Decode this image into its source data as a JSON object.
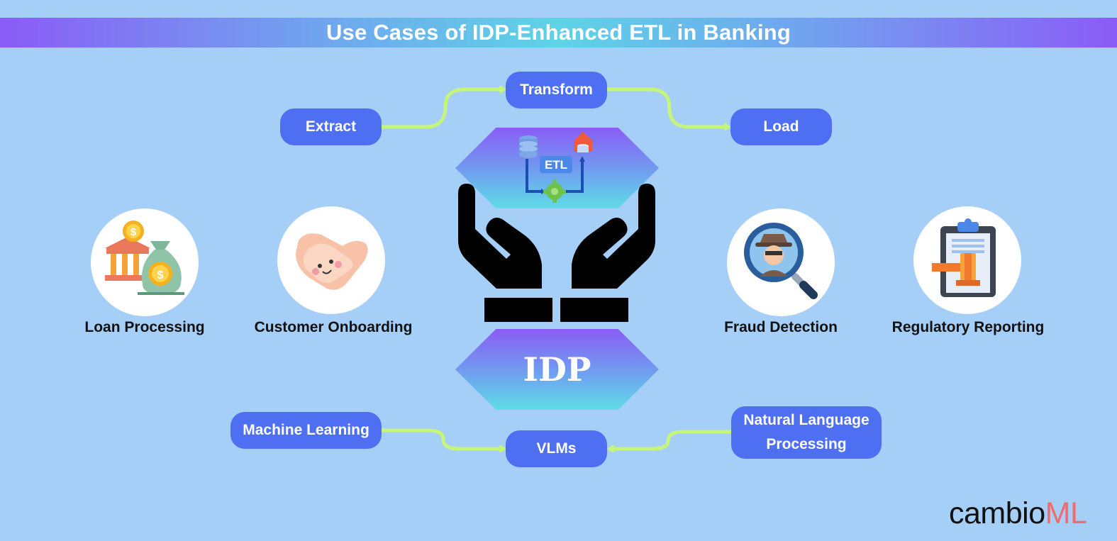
{
  "title": "Use Cases of IDP-Enhanced ETL in Banking",
  "etl_flow": {
    "extract": "Extract",
    "transform": "Transform",
    "load": "Load",
    "etl_badge": "ETL"
  },
  "idp_label": "IDP",
  "use_cases": [
    {
      "label": "Loan Processing",
      "icon": "bank-money-bag-icon"
    },
    {
      "label": "Customer Onboarding",
      "icon": "handshake-icon"
    },
    {
      "label": "Fraud Detection",
      "icon": "magnifier-spy-icon"
    },
    {
      "label": "Regulatory Reporting",
      "icon": "clipboard-gavel-icon"
    }
  ],
  "technologies": {
    "machine_learning": "Machine Learning",
    "vlms": "VLMs",
    "nlp_line1": "Natural Language",
    "nlp_line2": "Processing"
  },
  "brand": {
    "part1": "cambio",
    "part2": "ML"
  },
  "colors": {
    "background": "#a6cff8",
    "pill": "#4f6ff2",
    "arrow": "#c6f57a",
    "brand_accent": "#f26b6b"
  }
}
